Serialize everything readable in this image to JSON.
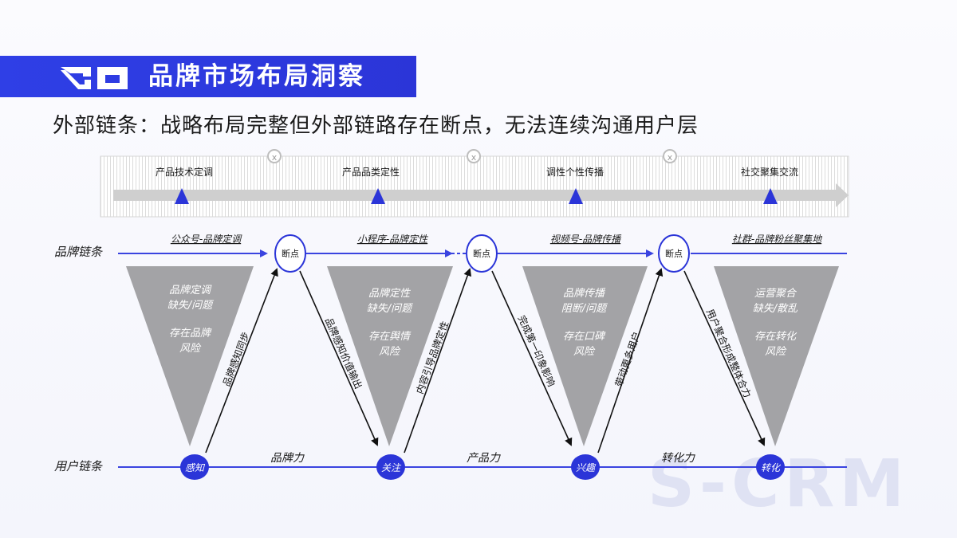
{
  "header": {
    "title": "品牌市场布局洞察",
    "subtitle": "外部链条：战略布局完整但外部链路存在断点，无法连续沟通用户层"
  },
  "strategy_bar": {
    "items": [
      "产品技术定调",
      "产品品类定性",
      "调性个性传播",
      "社交聚集交流"
    ],
    "break_symbol": "x"
  },
  "brand_chain": {
    "label": "品牌链条",
    "segments": [
      "公众号-品牌定调",
      "小程序-品牌定性",
      "视频号-品牌传播",
      "社群-品牌粉丝聚集地"
    ],
    "breakpoint_label": "断点"
  },
  "user_chain": {
    "label": "用户链条",
    "nodes": [
      "感知",
      "关注",
      "兴趣",
      "转化"
    ],
    "forces": [
      "品牌力",
      "产品力",
      "转化力"
    ]
  },
  "funnels": [
    {
      "line1": "品牌定调",
      "line2": "缺失/问题",
      "line3": "存在品牌",
      "line4": "风险"
    },
    {
      "line1": "品牌定性",
      "line2": "缺失/问题",
      "line3": "存在舆情",
      "line4": "风险"
    },
    {
      "line1": "品牌传播",
      "line2": "阻断/问题",
      "line3": "存在口碑",
      "line4": "风险"
    },
    {
      "line1": "运营聚合",
      "line2": "缺失/散乱",
      "line3": "存在转化",
      "line4": "风险"
    }
  ],
  "connectors": {
    "up": [
      "品牌感知同步",
      "内容引导品牌定性",
      "带动更多用户"
    ],
    "down": [
      "品牌感知价值输出",
      "完成第一印象影响",
      "用户聚合形成整体合力"
    ]
  },
  "watermark": "S-CRM",
  "colors": {
    "accent": "#2b35d8",
    "funnel": "#a3a3a6",
    "line": "#3a44e0"
  }
}
